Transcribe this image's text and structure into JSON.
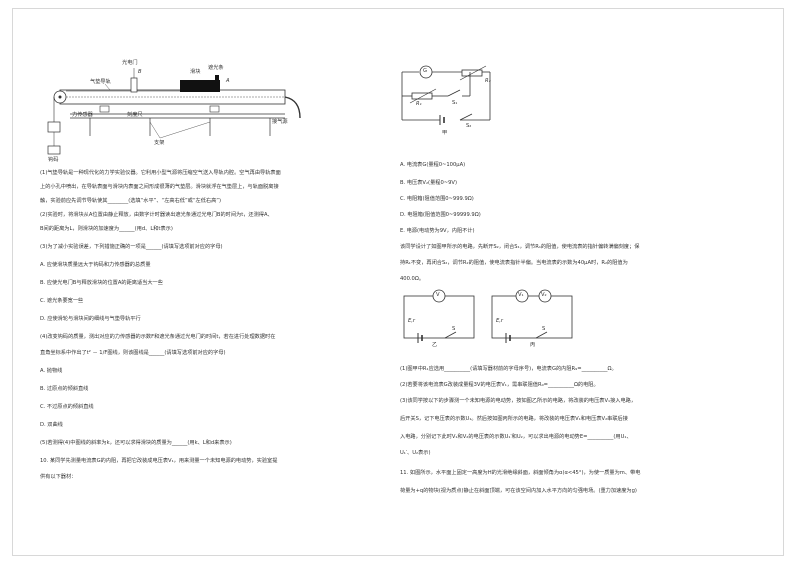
{
  "apparatus": {
    "label_photogate": "光电门",
    "label_B": "B",
    "label_airtrack": "气垫导轨",
    "label_slider": "滑块",
    "label_shade": "遮光条",
    "label_A": "A",
    "label_force_sensor": "力传感器",
    "label_ruler": "刻度尺",
    "label_air_source": "接气源",
    "label_weight": "钩码",
    "label_support": "支架"
  },
  "left_text": [
    "(1)气垫导轨是一种现代化的力学实验仪器。它利用小型气源将压缩空气送入导轨内腔。空气再由导轨表面",
    "上的小孔中喷出，在导轨表面与滑块内表面之间形成很薄的气垫层。滑块就浮在气垫层上，与轨面脱离接",
    "触，实验前应先调节导轨使其________(选填“水平”、“左高右低”或“左低右高”)",
    "(2)实验时，将滑块从A位置由静止释放，由数字计时器读出遮光条通过光电门B的时间为t，还测得A、",
    "B间的距离为L，则滑块的加速度为______(用d、L和t表示)",
    "(3)为了减小实验误差，下列措施正确的一项是______(请填写选项前对应的字母)",
    "A. 应使滑块质量远大于钩码和力传感器的总质量",
    "B. 应使光电门B与释放滑块的位置A的距离适当大一些",
    "C. 遮光条要宽一些",
    "D. 应使滑轮与滑块间的细线与气垫导轨平行",
    "(4)改变钩码的质量，测出对应的力传感器的示数F和遮光条通过光电门的时间t，若在进行处理数据时在",
    "直角坐标系中作出了t² － 1/F图线，则该图线是______(请填写选项前对应的字母)",
    "A. 抛物线",
    "B. 过原点的倾斜直线",
    "C. 不过原点的倾斜直线",
    "D. 双曲线",
    "(5)若测得(4)中图线的斜率为k，还可以求得滑块的质量为______(用k、L和d来表示)",
    "10. 某同学先测量电流表G的内阻，再把它改装成电压表V₁，用来测量一个未知电源的电动势，实验室提",
    "供有以下器材："
  ],
  "circuit_jia": {
    "label_G": "G",
    "label_R1": "R₁",
    "label_R2": "R₂",
    "label_S1": "S₁",
    "label_S2": "S₂",
    "caption": "甲"
  },
  "right_text": [
    "A. 电流表G(量程0~100μA)",
    "B. 电压表V₂(量程0~9V)",
    "C. 电阻箱(阻值范围0~999.9Ω)",
    "D. 电阻箱(阻值范围0~99999.9Ω)",
    "E. 电源(电动势为9V，内阻不计)",
    "该同学设计了如图甲所示的电路，先断开S₂，闭合S₁，调节R₁的阻值，使电流表的指针偏转满偏刻度；保",
    "持R₁不变，再闭合S₂，调节R₂的阻值，使电流表指针半偏。当电流表的示数为40μA时，R₂的阻值为",
    "400.0Ω。"
  ],
  "circuit_yi": {
    "label_V": "V",
    "label_Er": "E,r",
    "label_S": "S",
    "caption": "乙"
  },
  "circuit_bing": {
    "label_V1": "V₁",
    "label_V2": "V₂",
    "label_Er": "E,r",
    "label_S": "S",
    "caption": "丙"
  },
  "right_text2": [
    "(1)图甲中R₁应选用__________(请填写器材前的字母序号)，电流表G的内阻R₉=__________Ω。",
    "(2)若要将该电流表G改装成量程3V的电压表V₁，需串联阻值R₀=__________Ω的电阻。",
    "(3)该同学按以下的步骤测一个未知电源的电动势，按如图乙所示的电路，将改装的电压表V₁接入电路，",
    "后开关S，记下电压表的示数U₁。然后按如图丙所示的电路，将改装的电压表V₁和电压表V₂串联后接",
    "入电路，分别记下此时V₁和V₂的电压表的示数U₁′和U₂，可以求出电源的电动势E=__________(用U₁、",
    "U₁′、U₂表示)",
    "11. 如图所示，水平面上固定一高度为H的光滑绝缘斜面，斜面倾角为α(α<45°)，为使一质量为m、带电",
    "荷量为+q的物块(视为质点)静止在斜面顶端，可在该空间内加入水平方向的匀强电场。(重力加速度为g)"
  ]
}
